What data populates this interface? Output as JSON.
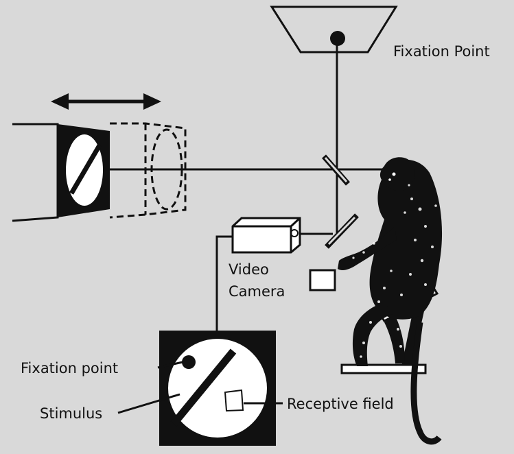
{
  "labels": {
    "fixation_point_top": "Fixation Point",
    "video": "Video",
    "camera": "Camera",
    "fixation_point_bottom": "Fixation point",
    "stimulus": "Stimulus",
    "receptive_field": "Receptive field"
  },
  "colors": {
    "background": "#d9d9d9",
    "ink": "#111111",
    "paper": "#ffffff"
  }
}
